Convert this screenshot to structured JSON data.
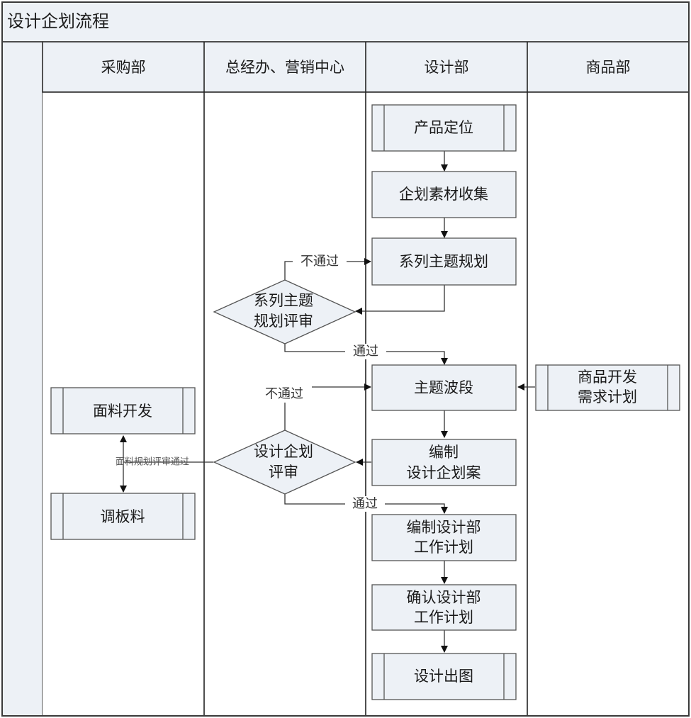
{
  "title": "设计企划流程",
  "lanes": [
    {
      "id": "purchasing",
      "label": "采购部"
    },
    {
      "id": "gm-marketing",
      "label": "总经办、营销中心"
    },
    {
      "id": "design",
      "label": "设计部"
    },
    {
      "id": "merchandise",
      "label": "商品部"
    }
  ],
  "nodes": {
    "product_positioning": {
      "lines": [
        "产品定位"
      ],
      "type": "predefined-process",
      "lane": "design"
    },
    "material_collection": {
      "lines": [
        "企划素材收集"
      ],
      "type": "process",
      "lane": "design"
    },
    "series_theme_planning": {
      "lines": [
        "系列主题规划"
      ],
      "type": "process",
      "lane": "design"
    },
    "series_theme_review": {
      "lines": [
        "系列主题",
        "规划评审"
      ],
      "type": "decision",
      "lane": "gm-marketing"
    },
    "theme_wave": {
      "lines": [
        "主题波段"
      ],
      "type": "process",
      "lane": "design"
    },
    "product_dev_plan": {
      "lines": [
        "商品开发",
        "需求计划"
      ],
      "type": "predefined-process",
      "lane": "merchandise"
    },
    "compile_design_plan": {
      "lines": [
        "编制",
        "设计企划案"
      ],
      "type": "process",
      "lane": "design"
    },
    "design_plan_review": {
      "lines": [
        "设计企划",
        "评审"
      ],
      "type": "decision",
      "lane": "gm-marketing"
    },
    "fabric_development": {
      "lines": [
        "面料开发"
      ],
      "type": "predefined-process",
      "lane": "purchasing"
    },
    "sample_material": {
      "lines": [
        "调板料"
      ],
      "type": "predefined-process",
      "lane": "purchasing"
    },
    "compile_work_plan": {
      "lines": [
        "编制设计部",
        "工作计划"
      ],
      "type": "process",
      "lane": "design"
    },
    "confirm_work_plan": {
      "lines": [
        "确认设计部",
        "工作计划"
      ],
      "type": "process",
      "lane": "design"
    },
    "design_drawing": {
      "lines": [
        "设计出图"
      ],
      "type": "predefined-process",
      "lane": "design"
    }
  },
  "edges": [
    {
      "from": "product_positioning",
      "to": "material_collection",
      "label": ""
    },
    {
      "from": "material_collection",
      "to": "series_theme_planning",
      "label": ""
    },
    {
      "from": "series_theme_planning",
      "to": "series_theme_review",
      "label": ""
    },
    {
      "from": "series_theme_review",
      "to": "series_theme_planning",
      "label": "不通过"
    },
    {
      "from": "series_theme_review",
      "to": "theme_wave",
      "label": "通过"
    },
    {
      "from": "product_dev_plan",
      "to": "theme_wave",
      "label": ""
    },
    {
      "from": "theme_wave",
      "to": "compile_design_plan",
      "label": ""
    },
    {
      "from": "compile_design_plan",
      "to": "design_plan_review",
      "label": ""
    },
    {
      "from": "design_plan_review",
      "to": "theme_wave",
      "label": "不通过"
    },
    {
      "from": "design_plan_review",
      "to": "fabric_development",
      "label": "面料规划评审通过"
    },
    {
      "from": "design_plan_review",
      "to": "sample_material",
      "label": "面料规划评审通过"
    },
    {
      "from": "design_plan_review",
      "to": "compile_work_plan",
      "label": "通过"
    },
    {
      "from": "compile_work_plan",
      "to": "confirm_work_plan",
      "label": ""
    },
    {
      "from": "confirm_work_plan",
      "to": "design_drawing",
      "label": ""
    }
  ],
  "colors": {
    "node_fill": "#edf1f6",
    "header_fill": "#edf1f6",
    "line": "#333333"
  }
}
